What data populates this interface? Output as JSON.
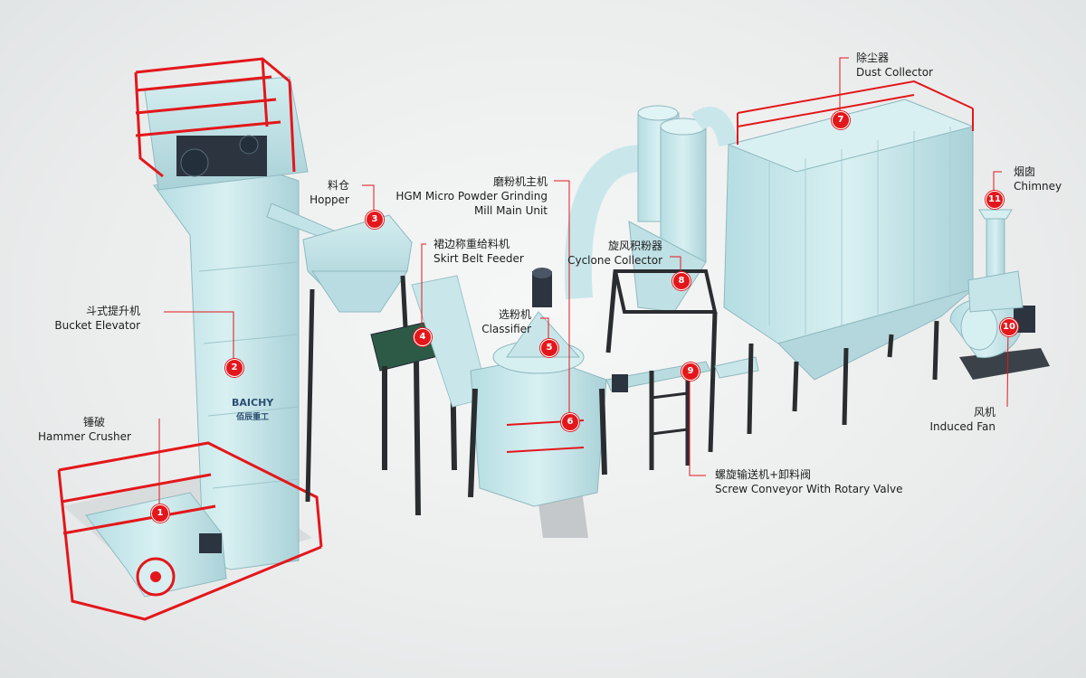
{
  "colors": {
    "accent": "#e3171b",
    "equipment": "#c7e9ec",
    "railing": "#e3171b",
    "steel": "#2a2d30",
    "background": "#ebeded"
  },
  "brand": {
    "logo_text": "BAICHY",
    "logo_cn": "佰辰重工"
  },
  "components": [
    {
      "number": "1",
      "cn": "锤破",
      "en": "Hammer Crusher"
    },
    {
      "number": "2",
      "cn": "斗式提升机",
      "en": "Bucket Elevator"
    },
    {
      "number": "3",
      "cn": "料仓",
      "en": "Hopper"
    },
    {
      "number": "4",
      "cn": "裙边称重给料机",
      "en": "Skirt Belt Feeder"
    },
    {
      "number": "5",
      "cn": "选粉机",
      "en": "Classifier"
    },
    {
      "number": "6",
      "cn": "磨粉机主机",
      "en": "HGM Micro Powder Grinding",
      "en2": "Mill  Main Unit"
    },
    {
      "number": "7",
      "cn": "除尘器",
      "en": "Dust Collector"
    },
    {
      "number": "8",
      "cn": "旋风积粉器",
      "en": "Cyclone Collector"
    },
    {
      "number": "9",
      "cn": "螺旋输送机+卸料阀",
      "en": "Screw Conveyor With Rotary Valve"
    },
    {
      "number": "10",
      "cn": "风机",
      "en": "Induced Fan"
    },
    {
      "number": "11",
      "cn": "烟囱",
      "en": "Chimney"
    }
  ]
}
